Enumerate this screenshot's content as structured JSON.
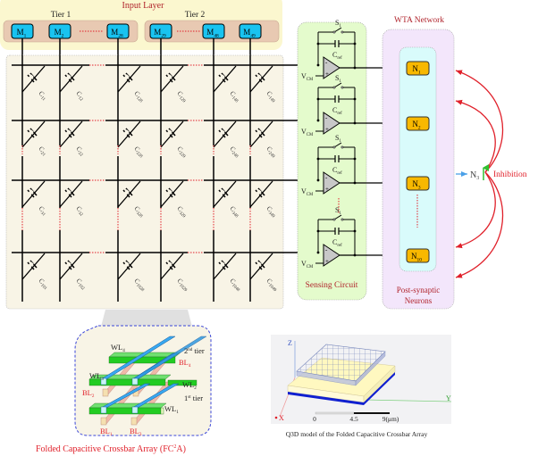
{
  "input_layer": {
    "title": "Input Layer",
    "tiers": [
      {
        "label": "Tier 1",
        "neurons": [
          {
            "name": "M",
            "sub": "1"
          },
          {
            "name": "M",
            "sub": "2"
          },
          {
            "name": "M",
            "sub": "28"
          }
        ]
      },
      {
        "label": "Tier 2",
        "neurons": [
          {
            "name": "M",
            "sub": "29"
          },
          {
            "name": "M",
            "sub": "48"
          },
          {
            "name": "M",
            "sub": "49"
          }
        ]
      }
    ]
  },
  "crossbar": {
    "rows": [
      {
        "caps": [
          "11",
          "12",
          "128",
          "129",
          "148",
          "149"
        ]
      },
      {
        "caps": [
          "21",
          "22",
          "228",
          "229",
          "248",
          "249"
        ]
      },
      {
        "caps": [
          "31",
          "32",
          "328",
          "329",
          "348",
          "349"
        ]
      },
      {
        "caps": [
          "101",
          "102",
          "1028",
          "1029",
          "1048",
          "1049"
        ]
      }
    ],
    "cap_prefix": "C"
  },
  "sensing": {
    "title": "Sensing Circuit",
    "switch_label": "S",
    "switch_sub": "1",
    "cap_label": "C",
    "cap_sub": "ref",
    "vcm_label": "V",
    "vcm_sub": "CM",
    "minus": "-",
    "plus": "+"
  },
  "wta": {
    "title": "WTA Network",
    "inner_title_line1": "Post-synaptic",
    "inner_title_line2": "Neurons",
    "neurons": [
      {
        "name": "N",
        "sub": "1"
      },
      {
        "name": "N",
        "sub": "2"
      },
      {
        "name": "N",
        "sub": "3"
      },
      {
        "name": "N",
        "sub": "10"
      }
    ],
    "winner": {
      "name": "N",
      "sub": "3"
    },
    "inhibition_label": "Inhibition"
  },
  "fc2a": {
    "caption": "Folded Capacitive Crossbar Array (FC",
    "caption_sup": "2",
    "caption_end": "A)",
    "labels": {
      "wl4": {
        "name": "WL",
        "sub": "4"
      },
      "wl3": {
        "name": "WL",
        "sub": "3"
      },
      "wl2": {
        "name": "WL",
        "sub": "2"
      },
      "wl1": {
        "name": "WL",
        "sub": "1"
      },
      "bl4": {
        "name": "BL",
        "sub": "4"
      },
      "bl2": {
        "name": "BL",
        "sub": "2"
      },
      "bl1": {
        "name": "BL",
        "sub": "1"
      },
      "bl3": {
        "name": "BL",
        "sub": "3"
      },
      "tier2": {
        "num": "2",
        "sup": "nd",
        "rest": " tier"
      },
      "tier1": {
        "num": "1",
        "sup": "st",
        "rest": " tier"
      }
    }
  },
  "q3d": {
    "caption": "Q3D model of the Folded Capacitive Crossbar Array",
    "axis_x": "X",
    "axis_y": "Y",
    "axis_z": "Z",
    "scale_ticks": [
      "0",
      "4.5",
      "9(μm)"
    ]
  },
  "colors": {
    "input_bg": "#fbf7cf",
    "tier_bg": "#e8c9b2",
    "neuron_m": "#19c3f0",
    "crossbar_bg": "#f8f4e6",
    "sensing_bg": "#e4fbcc",
    "wta_bg": "#f3e6fb",
    "post_bg": "#d9fbfb",
    "neuron_n": "#f8b800",
    "red": "#e0202a",
    "title_red": "#b0242c"
  }
}
